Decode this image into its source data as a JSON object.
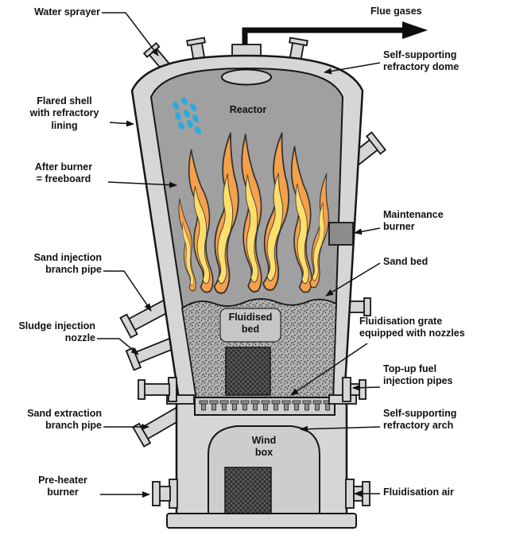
{
  "diagram": {
    "labels": {
      "water_sprayer": "Water sprayer",
      "flue_gases": "Flue gases",
      "refractory_dome": "Self-supporting\nrefractory dome",
      "flared_shell": "Flared shell\nwith refractory\nlining",
      "after_burner": "After burner\n= freeboard",
      "maintenance_burner": "Maintenance\nburner",
      "sand_injection": "Sand injection\nbranch pipe",
      "sand_bed": "Sand bed",
      "sludge_injection": "Sludge injection\nnozzle",
      "fluidisation_grate": "Fluidisation grate\nequipped with nozzles",
      "top_up_fuel": "Top-up fuel\ninjection pipes",
      "sand_extraction": "Sand extraction\nbranch pipe",
      "refractory_arch": "Self-supporting\nrefractory arch",
      "pre_heater": "Pre-heater\nburner",
      "fluidisation_air": "Fluidisation air",
      "reactor": "Reactor",
      "fluidised_bed": "Fluidised\nbed",
      "wind_box": "Wind\nbox"
    },
    "colors": {
      "outline": "#161616",
      "shell_gray": "#d6d6d6",
      "chamber_gray": "#a0a0a0",
      "sand_gray": "#b3b3b3",
      "flame_orange": "#F5A04B",
      "flame_yellow": "#FFDE6B",
      "water_blue": "#29ABE2"
    }
  }
}
